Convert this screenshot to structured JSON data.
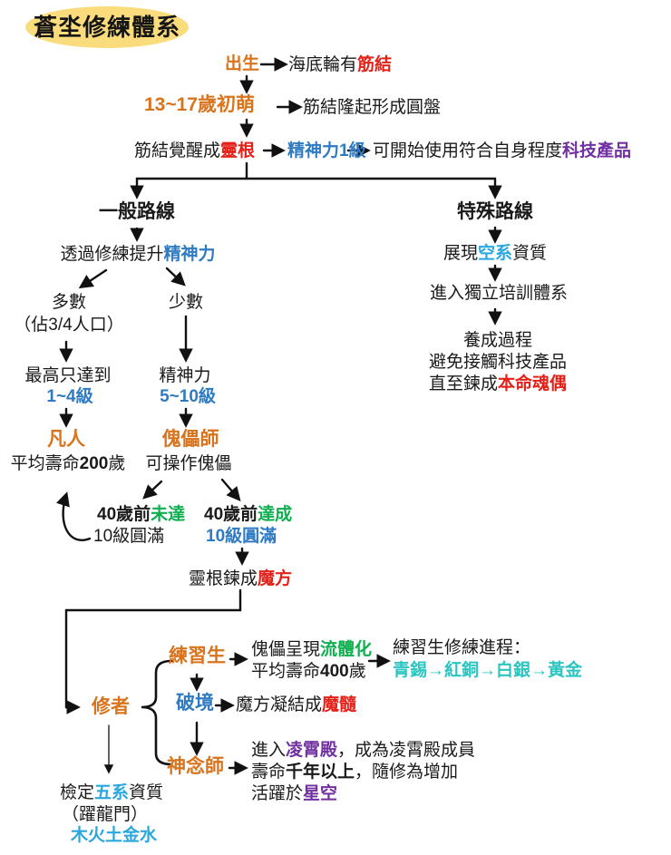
{
  "colors": {
    "orange": "#d9731c",
    "red": "#e32119",
    "blue": "#2f7bc3",
    "sky_blue": "#2ba7e0",
    "teal": "#2cc5c0",
    "green": "#0fae4f",
    "purple": "#7030a0",
    "title_highlight": "#fbdc7c"
  },
  "title": "蒼坔修練體系",
  "top": {
    "birth": "出生",
    "birth_note_pre": "海底輪有",
    "birth_note_hl": "筋結",
    "stage": "13~17歲初萌",
    "stage_note": "筋結隆起形成圓盤",
    "awaken_pre": "筋結覺醒成",
    "awaken_hl": "靈根",
    "mental_lv1": "精神力1級",
    "tech_pre": "可開始使用符合自身程度",
    "tech_hl": "科技產品"
  },
  "general": {
    "heading": "一般路線",
    "improve_pre": "透過修練提升",
    "improve_hl": "精神力",
    "majority": "多數",
    "majority_note": "（佔3/4人口）",
    "minority": "少數",
    "max_reach": "最高只達到",
    "lv_1_4": "1~4級",
    "mental": "精神力",
    "lv_5_10": "5~10級",
    "mortal": "凡人",
    "mortal_life_pre": "平均壽命",
    "mortal_life_num": "200",
    "mortal_life_suf": "歲",
    "puppeteer": "傀儡師",
    "puppeteer_note": "可操作傀儡",
    "fail_l1_pre": "40歲前",
    "fail_l1_hl": "未達",
    "fail_l2": "10級圓滿",
    "pass_l1_pre": "40歲前",
    "pass_l1_hl": "達成",
    "pass_l2": "10級圓滿",
    "cube_pre": "靈根鍊成",
    "cube_hl": "魔方"
  },
  "special": {
    "heading": "特殊路線",
    "show_pre": "展現",
    "show_hl": "空系",
    "show_suf": "資質",
    "training": "進入獨立培訓體系",
    "process_l1": "養成過程",
    "process_l2": "避免接觸科技產品",
    "process_l3_pre": "直至鍊成",
    "process_l3_hl": "本命魂偶"
  },
  "cult": {
    "xiuzhe": "修者",
    "trainee": "練習生",
    "trainee_l1_pre": "傀儡呈現",
    "trainee_l1_hl": "流體化",
    "trainee_l2_pre": "平均壽命",
    "trainee_l2_num": "400",
    "trainee_l2_suf": "歲",
    "progress_title": "練習生修練進程：",
    "progress_seq": "青錫→紅銅→白銀→黃金",
    "breakthrough": "破境",
    "break_note_pre": "魔方凝結成",
    "break_note_hl": "魔髓",
    "mind_master": "神念師",
    "mind_l1_pre": "進入",
    "mind_l1_hl": "凌霄殿",
    "mind_l1_suf": "，成為凌霄殿成員",
    "mind_l2_pre": "壽命",
    "mind_l2_hl": "千年以上",
    "mind_l2_suf": "，隨修為增加",
    "mind_l3_pre": "活躍於",
    "mind_l3_hl": "星空",
    "exam_pre": "檢定",
    "exam_hl": "五系",
    "exam_suf": "資質",
    "exam_l2": "（躍龍門）",
    "exam_l3": "木火土金水"
  }
}
